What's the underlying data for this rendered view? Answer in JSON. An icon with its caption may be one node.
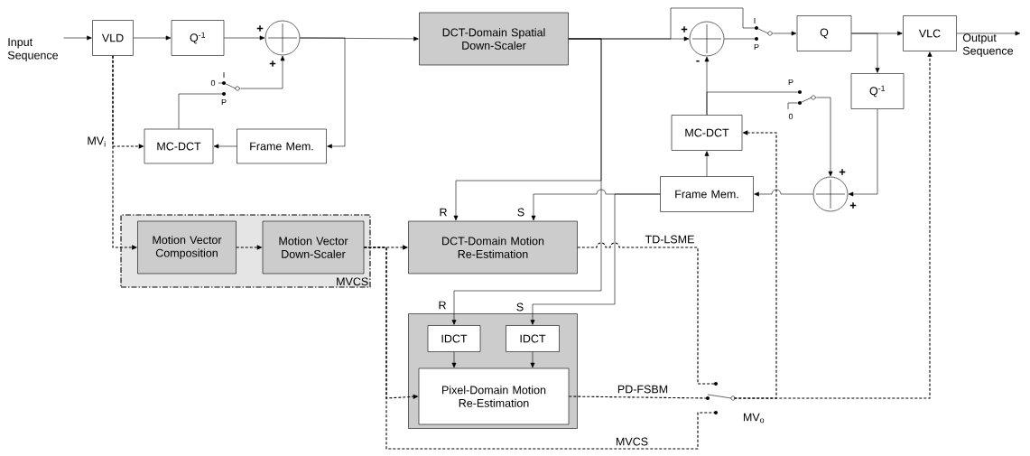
{
  "diagram": {
    "nodes": [
      {
        "text": [
          "VLD"
        ]
      },
      {
        "text": [
          "Q$^{-1}$"
        ]
      },
      {
        "text": [],
        "shape": "circle"
      },
      {
        "text": [],
        "shape": "switch"
      },
      {
        "text": [
          "MC-DCT"
        ]
      },
      {
        "text": [
          "Frame Mem."
        ]
      },
      {
        "text": [
          "DCT-Domain Spatial Down-Scaler"
        ]
      },
      {
        "text": [],
        "shape": "circle"
      },
      {
        "text": [],
        "shape": "switch"
      },
      {
        "text": [
          "Q"
        ]
      },
      {
        "text": [
          "VLC"
        ]
      },
      {
        "text": [
          "Q$^{-1}$"
        ]
      },
      {
        "text": [],
        "shape": "switch"
      },
      {
        "text": [
          "MC-DCT"
        ]
      },
      {
        "text": [
          "Frame Mem."
        ]
      },
      {
        "text": [],
        "shape": "circle"
      },
      {
        "text": [
          "MVCS"
        ]
      },
      {
        "text": [
          "Motion Vector Composition"
        ],
        "in": 16
      },
      {
        "text": [
          "Motion Vector Down-Scaler"
        ],
        "in": 16
      },
      {
        "text": [
          "DCT-Domain Motion Re-Estimation"
        ]
      },
      {
        "text": [],
        "shape": "box"
      },
      {
        "text": [
          "IDCT"
        ],
        "in": 20
      },
      {
        "text": [
          "IDCT"
        ],
        "in": 20
      },
      {
        "text": [
          "Pixel-Domain Motion Re-Estimation"
        ],
        "in": 20
      },
      {
        "text": [],
        "shape": "switch"
      },
      {
        "text": [
          "Input Sequence"
        ]
      },
      {
        "text": [
          "Output Sequence"
        ]
      }
    ],
    "edges": [
      {
        "from": 25,
        "to": 0,
        "arrow": "to"
      },
      {
        "from": 0,
        "to": 1,
        "arrow": "to"
      },
      {
        "from": 1,
        "to": 2,
        "arrow": "to"
      },
      {
        "from": 2,
        "to": 6,
        "arrow": "to"
      },
      {
        "from": 2,
        "to": 5,
        "arrow": "to"
      },
      {
        "from": 5,
        "to": 4,
        "arrow": "to"
      },
      {
        "from": 4,
        "to": 3,
        "arrow": "none"
      },
      {
        "from": 3,
        "to": 2,
        "arrow": "to"
      },
      {
        "from": 0,
        "to": 4,
        "arrow": "to",
        "style": "dashed"
      },
      {
        "from": 0,
        "to": 17,
        "arrow": "to",
        "style": "dashed"
      },
      {
        "from": 6,
        "to": 7,
        "arrow": "to"
      },
      {
        "from": 6,
        "to": 19,
        "arrow": "to"
      },
      {
        "from": 6,
        "to": 21,
        "arrow": "to"
      },
      {
        "from": 14,
        "to": 19,
        "arrow": "to"
      },
      {
        "from": 14,
        "to": 22,
        "arrow": "to"
      },
      {
        "from": 7,
        "to": 8,
        "arrow": "none"
      },
      {
        "from": 6,
        "to": 8,
        "arrow": "none"
      },
      {
        "from": 8,
        "to": 9,
        "arrow": "to"
      },
      {
        "from": 9,
        "to": 10,
        "arrow": "to"
      },
      {
        "from": 10,
        "to": 26,
        "arrow": "to"
      },
      {
        "from": 9,
        "to": 11,
        "arrow": "to"
      },
      {
        "from": 11,
        "to": 15,
        "arrow": "to"
      },
      {
        "from": 13,
        "to": 7,
        "arrow": "to"
      },
      {
        "from": 13,
        "to": 12,
        "arrow": "none"
      },
      {
        "from": 12,
        "to": 15,
        "arrow": "to"
      },
      {
        "from": 15,
        "to": 14,
        "arrow": "to"
      },
      {
        "from": 14,
        "to": 13,
        "arrow": "to"
      },
      {
        "from": 17,
        "to": 18,
        "arrow": "to",
        "style": "dashed"
      },
      {
        "from": 18,
        "to": 19,
        "arrow": "to",
        "style": "dashed"
      },
      {
        "from": 18,
        "to": 23,
        "arrow": "to",
        "style": "dashed"
      },
      {
        "from": 18,
        "to": 24,
        "arrow": "none",
        "style": "dashed",
        "label": "MVCS"
      },
      {
        "from": 19,
        "to": 24,
        "arrow": "none",
        "style": "dashed",
        "label": "TD-LSME"
      },
      {
        "from": 21,
        "to": 23,
        "arrow": "to"
      },
      {
        "from": 22,
        "to": 23,
        "arrow": "to"
      },
      {
        "from": 23,
        "to": 24,
        "arrow": "none",
        "style": "dashed",
        "label": "PD-FSBM"
      },
      {
        "from": 24,
        "to": 10,
        "arrow": "to",
        "style": "dashed"
      },
      {
        "from": 24,
        "to": 13,
        "arrow": "to",
        "style": "dashed"
      }
    ],
    "labels": [
      "+",
      "+",
      "0",
      "I",
      "P",
      "MV$_{i}$",
      "+",
      "-",
      "I",
      "P",
      "P",
      "0",
      "+",
      "+",
      "R",
      "S",
      "R",
      "S",
      "MV$_{o}$"
    ]
  }
}
